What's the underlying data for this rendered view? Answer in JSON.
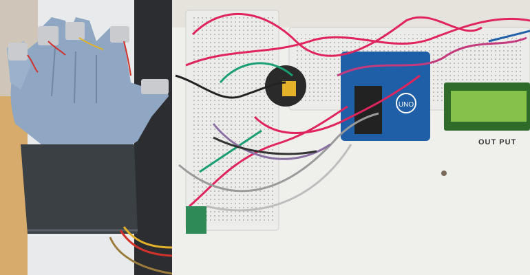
{
  "photos": [
    {
      "subject": "glove-with-flex-sensors"
    },
    {
      "subject": "breadboard-arduino-lcd-circuit"
    }
  ],
  "labels": {
    "output": "OUT PUT",
    "board_logo": "UNO"
  },
  "colors": {
    "glove_denim": "#8fa7c3",
    "cuff": "#3b4045",
    "wire_red": "#e0245e",
    "wire_pink": "#c43a7c",
    "wire_green": "#1a9e74",
    "wire_gray": "#9a9a9a",
    "arduino_blue": "#1f5fa8",
    "lcd_green": "#86c24a",
    "breadboard": "#ececea",
    "panel_bg": "#efefec"
  }
}
